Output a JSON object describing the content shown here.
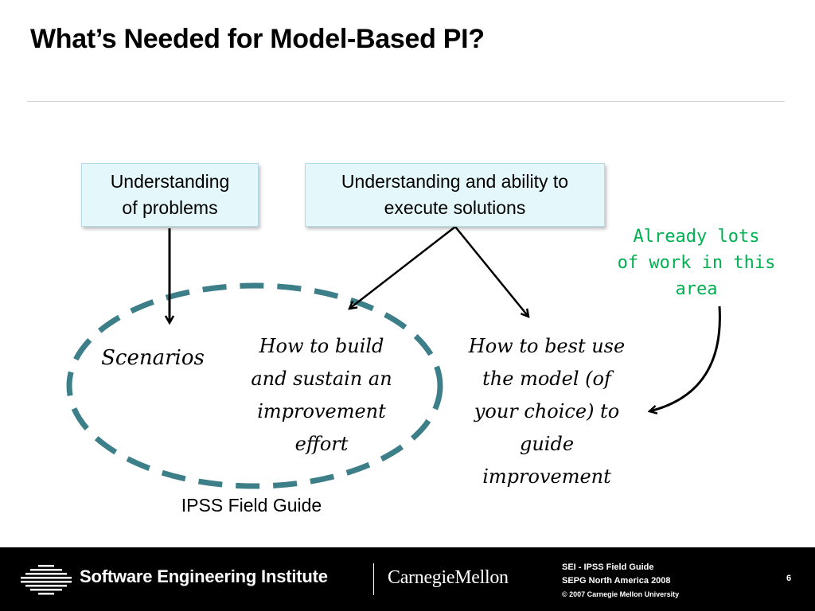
{
  "slide": {
    "title": "What’s Needed for Model-Based PI?"
  },
  "diagram": {
    "box_problems": {
      "line1": "Understanding",
      "line2": "of problems"
    },
    "box_solutions": {
      "line1": "Understanding and ability to",
      "line2": "execute solutions"
    },
    "scenarios": "Scenarios",
    "build_sustain": {
      "line1": "How to build",
      "line2": "and sustain an",
      "line3": "improvement",
      "line4": "effort"
    },
    "best_use": {
      "line1": "How to best use",
      "line2": "the model (of",
      "line3": "your choice) to",
      "line4": "guide",
      "line5": "improvement"
    },
    "already_note": {
      "line1": "Already lots",
      "line2": "of work in this",
      "line3": "area"
    },
    "ellipse_caption": "IPSS Field Guide",
    "colors": {
      "box_fill": "#e4f7fb",
      "ellipse_dash": "#3d7f88",
      "note_green": "#00b050"
    }
  },
  "footer": {
    "org_name": "Software Engineering Institute",
    "university": "CarnegieMellon",
    "info": {
      "line1": "SEI - IPSS Field Guide",
      "line2": "SEPG North America 2008",
      "line3": "© 2007 Carnegie Mellon University"
    },
    "page_number": "6",
    "logo_icon": "sei-logo-icon"
  }
}
